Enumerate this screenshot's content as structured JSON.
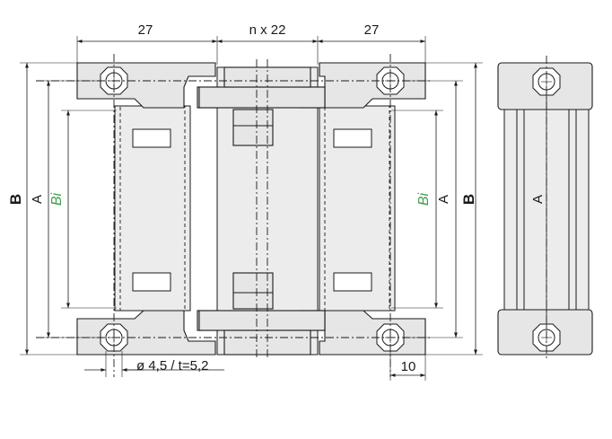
{
  "diagram": {
    "dimensions": {
      "width_left": "27",
      "width_middle": "n x 22",
      "width_right": "27",
      "hole_spec": "ø 4,5 / t=5,2",
      "hole_offset": "10"
    },
    "height_labels": {
      "outer": "B",
      "mounting": "A",
      "inner": "Bi"
    },
    "colors": {
      "line": "#1a1a1a",
      "fill": "#e6e6e6",
      "inner_height_accent": "#3aa04a"
    }
  }
}
